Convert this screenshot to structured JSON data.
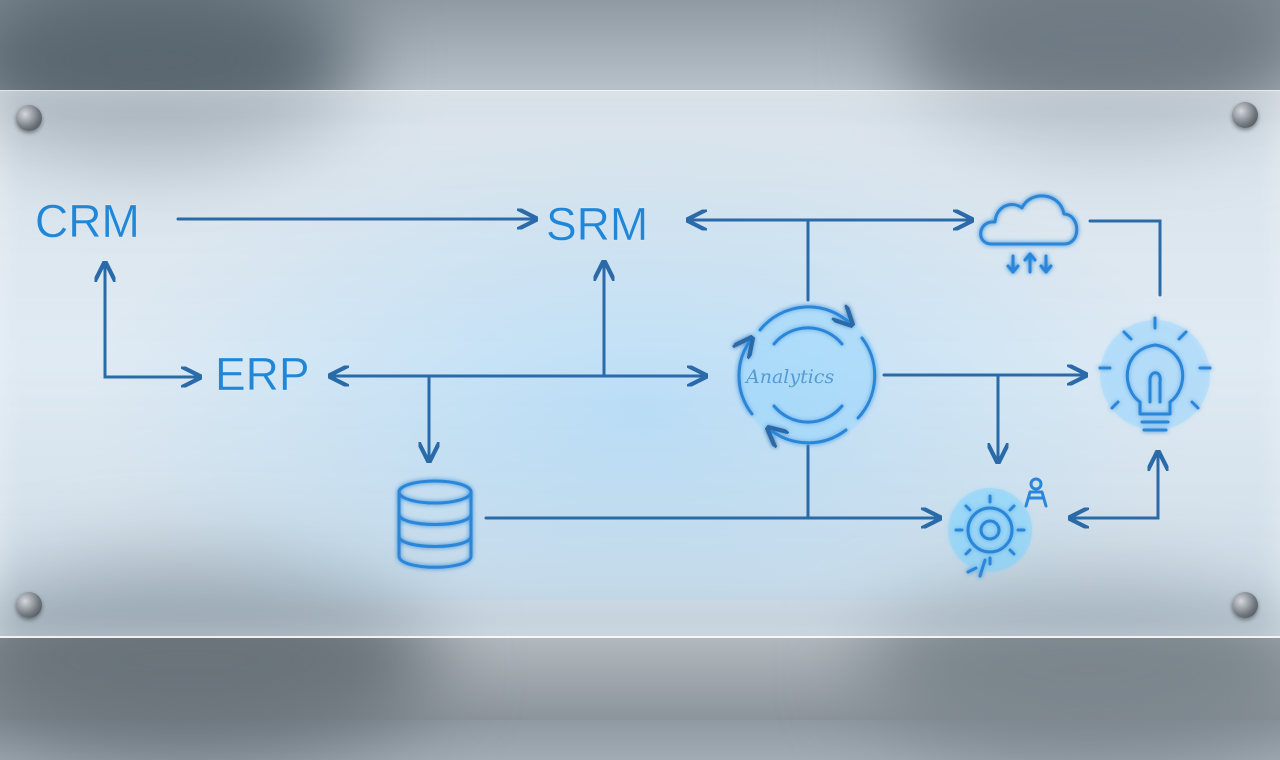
{
  "diagram": {
    "nodes": {
      "crm": "CRM",
      "srm": "SRM",
      "erp": "ERP",
      "analytics": "Analytics"
    },
    "icons": {
      "cloud": "cloud-icon",
      "lightbulb": "lightbulb-icon",
      "database": "database-icon",
      "gear": "gear-icon",
      "person": "person-icon"
    },
    "colors": {
      "text": "#1f86d8",
      "line": "#2a6aa8",
      "icon": "#2a86d8"
    }
  }
}
